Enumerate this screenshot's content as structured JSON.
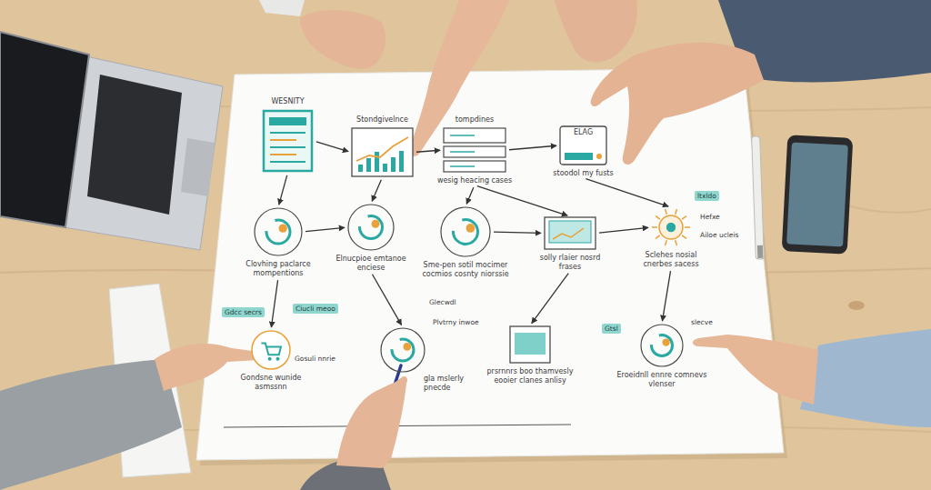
{
  "diagram": {
    "nodes": [
      {
        "text": [
          "WESNITY"
        ]
      },
      {
        "text": [
          "Stondgivelnce"
        ]
      },
      {
        "text": [
          "tompdines",
          "wesig heacing cases"
        ]
      },
      {
        "text": [
          "ELAG",
          "stoodol my fusts"
        ]
      },
      {
        "text": [
          "Clovhing paclarce mompentions"
        ]
      },
      {
        "text": [
          "Elnucpioe emtanoe enciese"
        ]
      },
      {
        "text": [
          "Sme-pen sotil mocimer cocmios cosnty niorssie"
        ]
      },
      {
        "text": [
          "solly rlaier nosrd frases"
        ]
      },
      {
        "text": [
          "Sclehes nosial cnerbes sacess"
        ]
      },
      {
        "text": [
          "Gondsne wunide asmssnn"
        ]
      },
      {
        "text": [
          "gla mslerly pnecde"
        ]
      },
      {
        "text": [
          "prsrnnrs boo thamvesly eooier clanes anlisy"
        ]
      },
      {
        "text": [
          "Eroeidnll ennre comnevs vlenser"
        ]
      }
    ],
    "edges": [
      {
        "from": 0,
        "to": 1,
        "arrow": "to"
      },
      {
        "from": 1,
        "to": 2,
        "arrow": "to"
      },
      {
        "from": 2,
        "to": 3,
        "arrow": "to"
      },
      {
        "from": 0,
        "to": 4,
        "arrow": "to"
      },
      {
        "from": 1,
        "to": 5,
        "arrow": "to"
      },
      {
        "from": 2,
        "to": 6,
        "arrow": "to"
      },
      {
        "from": 2,
        "to": 7,
        "arrow": "to"
      },
      {
        "from": 3,
        "to": 8,
        "arrow": "to"
      },
      {
        "from": 4,
        "to": 5,
        "arrow": "to"
      },
      {
        "from": 6,
        "to": 7,
        "arrow": "to"
      },
      {
        "from": 7,
        "to": 8,
        "arrow": "to"
      },
      {
        "from": 4,
        "to": 9,
        "arrow": "to"
      },
      {
        "from": 5,
        "to": 10,
        "arrow": "to"
      },
      {
        "from": 7,
        "to": 11,
        "arrow": "to"
      },
      {
        "from": 8,
        "to": 12,
        "arrow": "to"
      }
    ],
    "labels": [
      "Gdcc secrs",
      "Ciucli meoo",
      "Gosuli nnrie",
      "Glecwdl",
      "Plvtrny inwoe",
      "Gtsl",
      "slecve",
      "ltxldo",
      "Ailoe ucleis",
      "Hefxe"
    ]
  }
}
